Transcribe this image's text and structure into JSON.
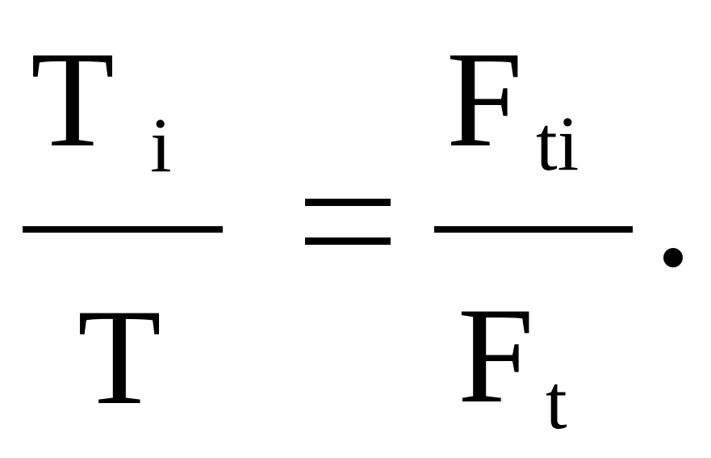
{
  "formula": {
    "lhs": {
      "numerator": {
        "symbol": "T",
        "subscript": "i"
      },
      "denominator": {
        "symbol": "T"
      }
    },
    "operator": "=",
    "rhs": {
      "numerator": {
        "symbol": "F",
        "subscript": "ti"
      },
      "denominator": {
        "symbol": "F",
        "subscript": "t"
      }
    },
    "terminator": "."
  }
}
